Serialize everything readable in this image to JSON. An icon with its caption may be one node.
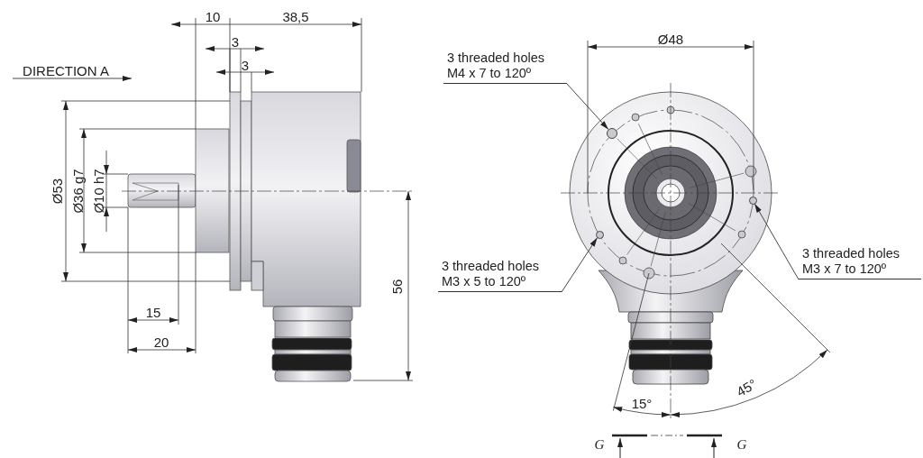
{
  "diagram": {
    "nodes": [
      {
        "text": [
          "3 threaded holes M4 x 7 to 120º"
        ]
      },
      {
        "text": [
          "3 threaded holes M3 x 5 to 120º"
        ]
      },
      {
        "text": [
          "3 threaded holes M3 x 7 to 120º"
        ]
      },
      {
        "text": [],
        "shape": "circle"
      },
      {
        "text": [],
        "shape": "circle"
      },
      {
        "text": [],
        "shape": "circle"
      }
    ],
    "edges": [
      {
        "from": 0,
        "to": 3,
        "arrow": "to"
      },
      {
        "from": 1,
        "to": 4,
        "arrow": "to"
      },
      {
        "from": 2,
        "to": 5,
        "arrow": "to"
      }
    ],
    "labels": [
      "10",
      "38,5",
      "3",
      "3",
      "DIRECTION A",
      "Ø53",
      "Ø36 g7",
      "Ø10 h7",
      "15",
      "20",
      "56",
      "Ø48",
      "15°",
      "45°",
      "G",
      "G"
    ]
  }
}
